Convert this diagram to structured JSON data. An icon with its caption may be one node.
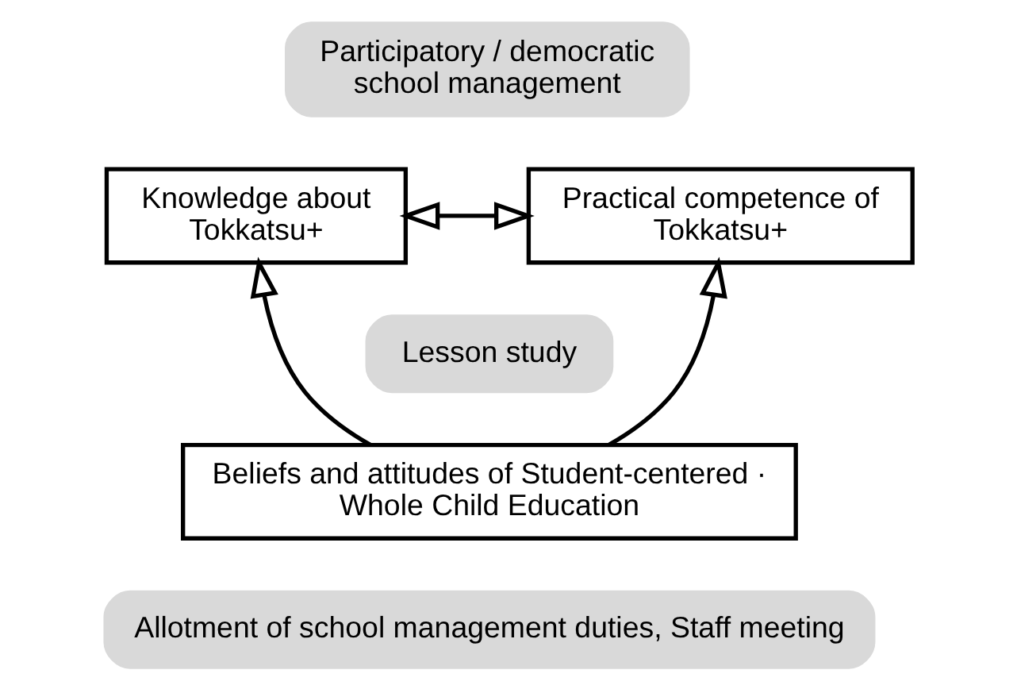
{
  "diagram": {
    "nodes": [
      {
        "text": [
          "Participatory / democratic school management"
        ]
      },
      {
        "text": [
          "Knowledge about Tokkatsu+"
        ]
      },
      {
        "text": [
          "Practical competence of Tokkatsu+"
        ]
      },
      {
        "text": [
          "Lesson study"
        ]
      },
      {
        "text": [
          "Beliefs and attitudes of Student-centered · Whole Child Education"
        ]
      },
      {
        "text": [
          "Allotment of school management duties, Staff meeting"
        ]
      }
    ],
    "edges": [
      {
        "from": 1,
        "to": 2,
        "arrow": "both"
      },
      {
        "from": 4,
        "to": 1,
        "arrow": "to"
      },
      {
        "from": 4,
        "to": 2,
        "arrow": "to"
      }
    ]
  }
}
